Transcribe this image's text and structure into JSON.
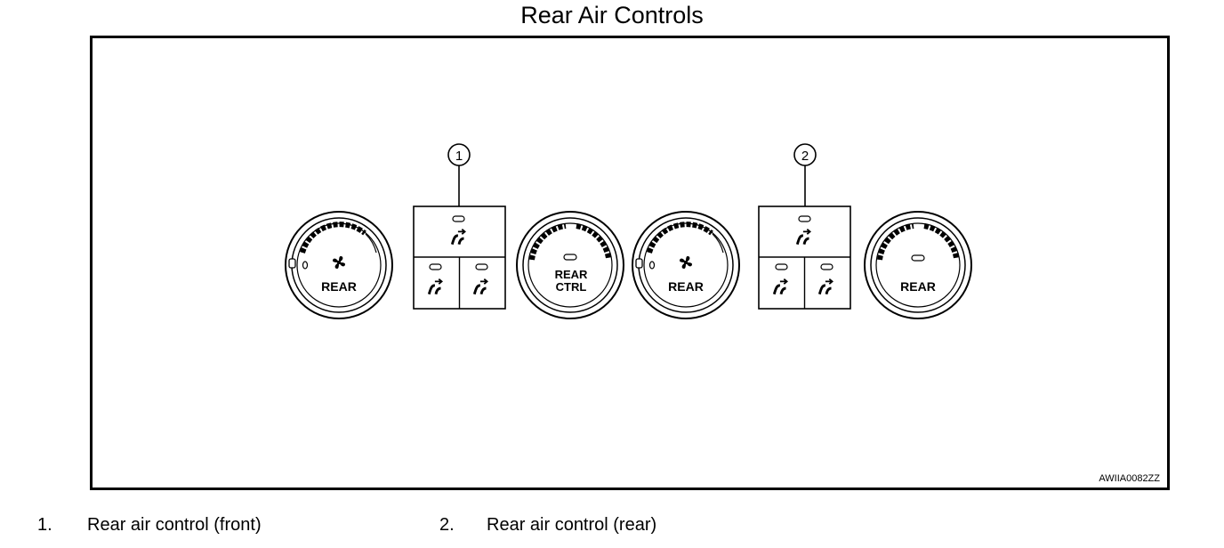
{
  "title": "Rear Air Controls",
  "image_code": "AWIIA0082ZZ",
  "callouts": [
    "1",
    "2"
  ],
  "knobs": {
    "fan_front": {
      "lines": [
        "REAR"
      ]
    },
    "control": {
      "lines": [
        "REAR",
        "CTRL"
      ]
    },
    "fan_rear": {
      "lines": [
        "REAR"
      ]
    },
    "temp_rear": {
      "lines": [
        "REAR"
      ]
    }
  },
  "legend": [
    {
      "number": "1.",
      "text": "Rear air control (front)"
    },
    {
      "number": "2.",
      "text": "Rear air control (rear)"
    }
  ]
}
